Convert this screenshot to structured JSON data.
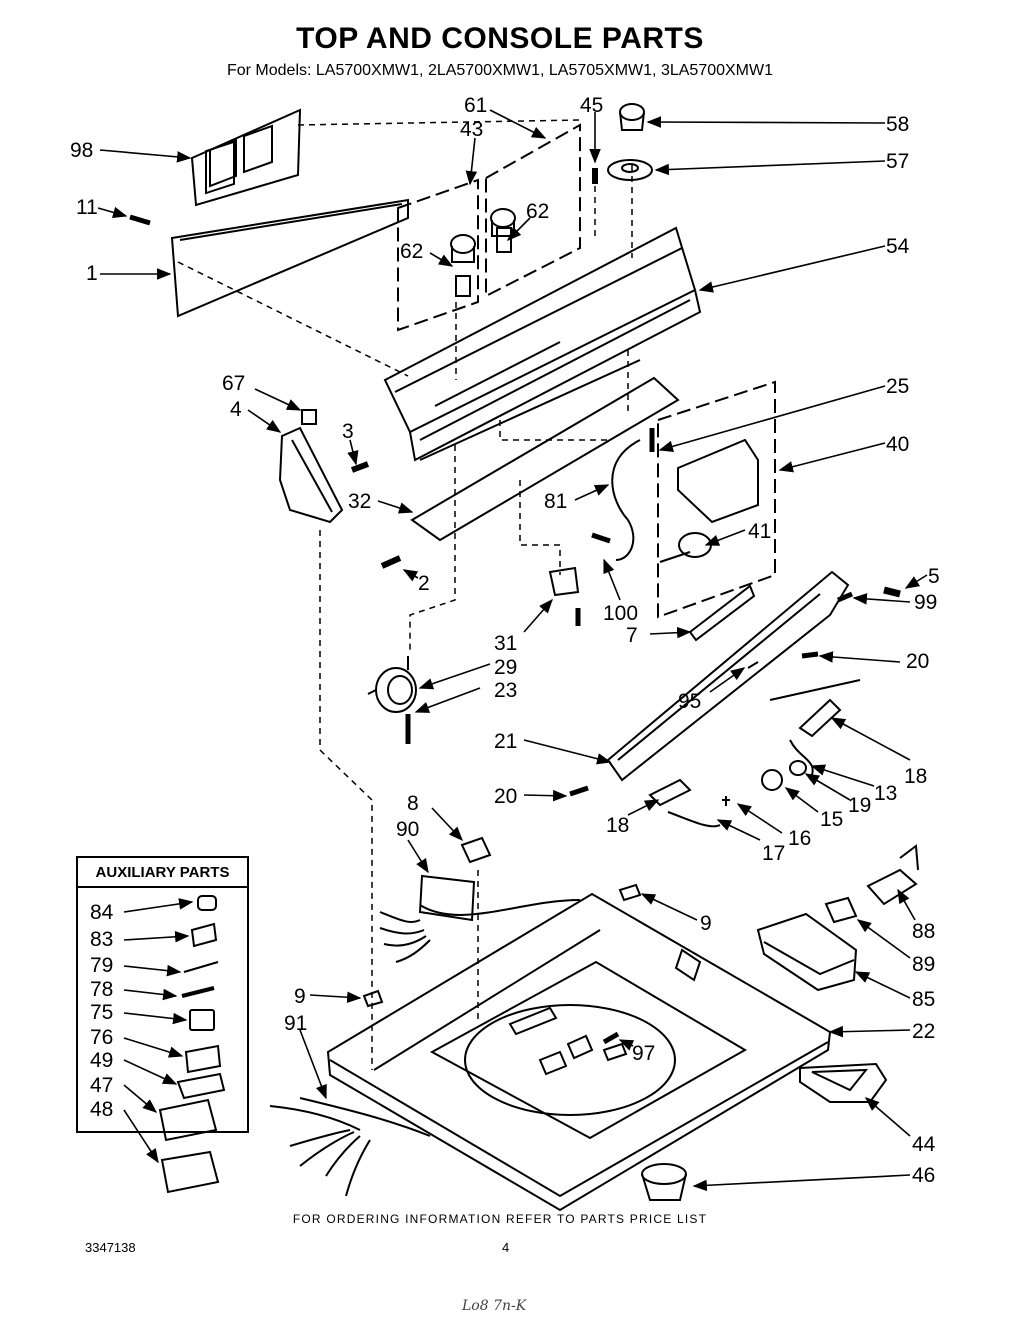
{
  "title": "TOP AND CONSOLE PARTS",
  "subtitle": "For Models: LA5700XMW1, 2LA5700XMW1, LA5705XMW1, 3LA5700XMW1",
  "auxiliary_title": "AUXILIARY PARTS",
  "footer": "FOR ORDERING INFORMATION REFER TO PARTS PRICE LIST",
  "doc_number": "3347138",
  "page_number": "4",
  "handwriting": "Lo8 7n-K",
  "callouts": [
    {
      "id": "98",
      "label": "98"
    },
    {
      "id": "11",
      "label": "11"
    },
    {
      "id": "1",
      "label": "1"
    },
    {
      "id": "61",
      "label": "61"
    },
    {
      "id": "43",
      "label": "43"
    },
    {
      "id": "45",
      "label": "45"
    },
    {
      "id": "62a",
      "label": "62"
    },
    {
      "id": "62b",
      "label": "62"
    },
    {
      "id": "58",
      "label": "58"
    },
    {
      "id": "57",
      "label": "57"
    },
    {
      "id": "54",
      "label": "54"
    },
    {
      "id": "67",
      "label": "67"
    },
    {
      "id": "4",
      "label": "4"
    },
    {
      "id": "3",
      "label": "3"
    },
    {
      "id": "32",
      "label": "32"
    },
    {
      "id": "25",
      "label": "25"
    },
    {
      "id": "40",
      "label": "40"
    },
    {
      "id": "81",
      "label": "81"
    },
    {
      "id": "41",
      "label": "41"
    },
    {
      "id": "2",
      "label": "2"
    },
    {
      "id": "5",
      "label": "5"
    },
    {
      "id": "99",
      "label": "99"
    },
    {
      "id": "100",
      "label": "100"
    },
    {
      "id": "7",
      "label": "7"
    },
    {
      "id": "31",
      "label": "31"
    },
    {
      "id": "29",
      "label": "29"
    },
    {
      "id": "23",
      "label": "23"
    },
    {
      "id": "20a",
      "label": "20"
    },
    {
      "id": "95",
      "label": "95"
    },
    {
      "id": "21",
      "label": "21"
    },
    {
      "id": "18a",
      "label": "18"
    },
    {
      "id": "20b",
      "label": "20"
    },
    {
      "id": "13",
      "label": "13"
    },
    {
      "id": "19",
      "label": "19"
    },
    {
      "id": "15",
      "label": "15"
    },
    {
      "id": "16",
      "label": "16"
    },
    {
      "id": "18b",
      "label": "18"
    },
    {
      "id": "17",
      "label": "17"
    },
    {
      "id": "8",
      "label": "8"
    },
    {
      "id": "90",
      "label": "90"
    },
    {
      "id": "88",
      "label": "88"
    },
    {
      "id": "9a",
      "label": "9"
    },
    {
      "id": "89",
      "label": "89"
    },
    {
      "id": "85",
      "label": "85"
    },
    {
      "id": "9b",
      "label": "9"
    },
    {
      "id": "22",
      "label": "22"
    },
    {
      "id": "91",
      "label": "91"
    },
    {
      "id": "97",
      "label": "97"
    },
    {
      "id": "44",
      "label": "44"
    },
    {
      "id": "46",
      "label": "46"
    },
    {
      "id": "84",
      "label": "84"
    },
    {
      "id": "83",
      "label": "83"
    },
    {
      "id": "79",
      "label": "79"
    },
    {
      "id": "78",
      "label": "78"
    },
    {
      "id": "75",
      "label": "75"
    },
    {
      "id": "76",
      "label": "76"
    },
    {
      "id": "49",
      "label": "49"
    },
    {
      "id": "47",
      "label": "47"
    },
    {
      "id": "48",
      "label": "48"
    }
  ]
}
